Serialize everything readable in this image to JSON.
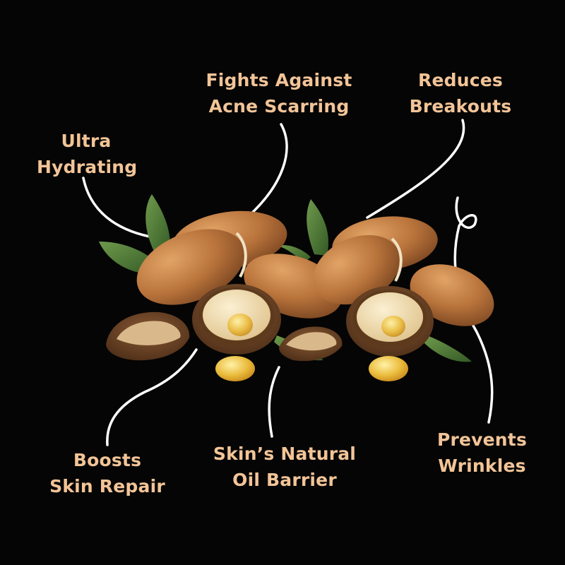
{
  "benefits": {
    "ultra_hydrating": {
      "line1": "Ultra",
      "line2": "Hydrating"
    },
    "fights_acne_scarring": {
      "line1": "Fights Against",
      "line2": "Acne Scarring"
    },
    "reduces_breakouts": {
      "line1": "Reduces",
      "line2": "Breakouts"
    },
    "boosts_skin_repair": {
      "line1": "Boosts",
      "line2": "Skin Repair"
    },
    "natural_oil_barrier": {
      "line1": "Skin’s Natural",
      "line2": "Oil Barrier"
    },
    "prevents_wrinkles": {
      "line1": "Prevents",
      "line2": "Wrinkles"
    }
  },
  "colors": {
    "background": "#050505",
    "label": "#f2c497",
    "connector": "#ffffff",
    "nut_shell": "#b9723a",
    "leaf": "#4e7a3a",
    "oil": "#e8b43a"
  }
}
